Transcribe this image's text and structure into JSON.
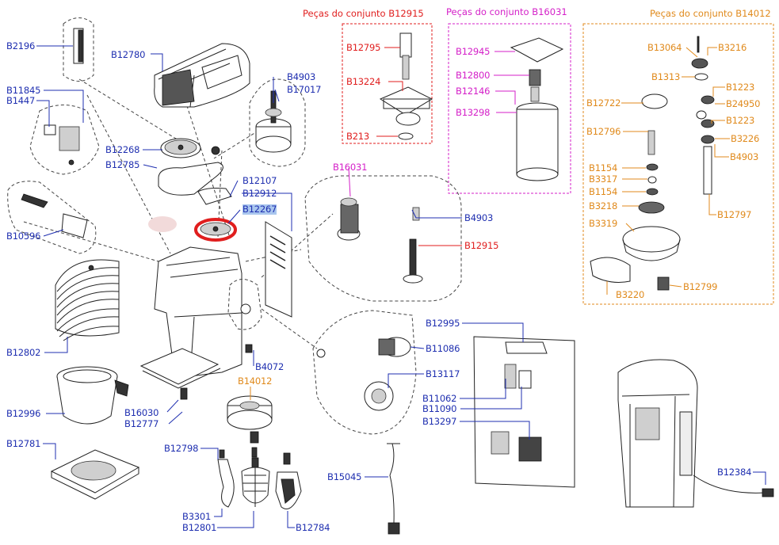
{
  "colors": {
    "blue": "#1f2fb0",
    "red": "#e01e1e",
    "magenta": "#d41fc8",
    "orange": "#e08a1c",
    "highlight_bg": "#a9c6ee",
    "highlight_ring": "#e01e1e"
  },
  "groups": {
    "g12915": {
      "title": "Peças do conjunto  B12915"
    },
    "g16031": {
      "title": "Peças do conjunto  B16031"
    },
    "g14012": {
      "title": "Peças do conjunto B14012"
    }
  },
  "labels": {
    "b2196": "B2196",
    "b12780": "B12780",
    "b11845": "B11845",
    "b1447": "B1447",
    "b12268": "B12268",
    "b12785": "B12785",
    "b4903_top": "B4903",
    "b17017": "B17017",
    "b10596": "B10596",
    "b12107": "B12107",
    "b12912": "B12912",
    "b12267": "B12267",
    "b12802": "B12802",
    "b4072": "B4072",
    "b14012": "B14012",
    "b12996": "B12996",
    "b16030": "B16030",
    "b12777": "B12777",
    "b12781": "B12781",
    "b12798": "B12798",
    "b3301": "B3301",
    "b12801": "B12801",
    "b12784": "B12784",
    "b16031": "B16031",
    "b4903_mid": "B4903",
    "b12915": "B12915",
    "b12795": "B12795",
    "b13224": "B13224",
    "b213": "B213",
    "b12945": "B12945",
    "b12800": "B12800",
    "b12146": "B12146",
    "b13298": "B13298",
    "b13064": "B13064",
    "b3216": "B3216",
    "b1313": "B1313",
    "b1223_a": "B1223",
    "b12722": "B12722",
    "b24950": "B24950",
    "b1223_b": "B1223",
    "b12796": "B12796",
    "b3226": "B3226",
    "b4903_r": "B4903",
    "b1154_a": "B1154",
    "b3317": "B3317",
    "b1154_b": "B1154",
    "b3218": "B3218",
    "b12797": "B12797",
    "b3319": "B3319",
    "b3220": "B3220",
    "b12799": "B12799",
    "b12995": "B12995",
    "b11086": "B11086",
    "b13117": "B13117",
    "b11062": "B11062",
    "b11090": "B11090",
    "b13297": "B13297",
    "b15045": "B15045",
    "b12384": "B12384"
  }
}
